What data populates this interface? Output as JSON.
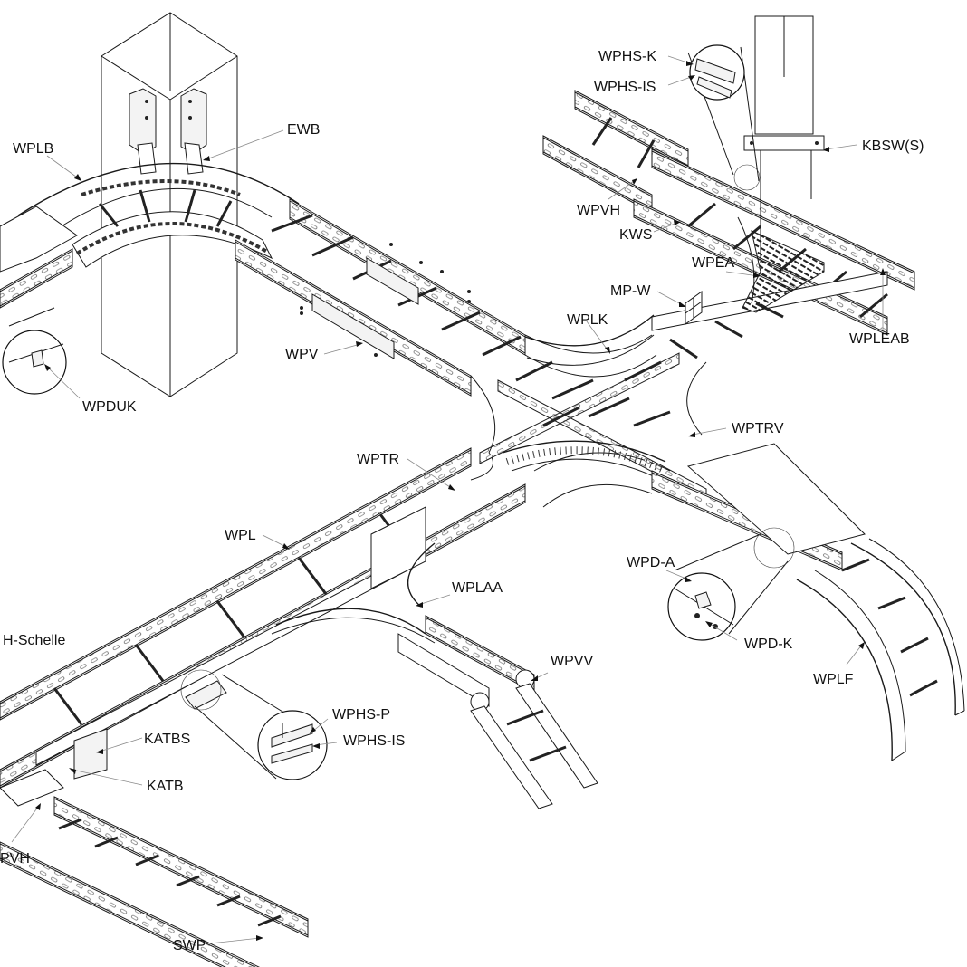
{
  "diagram": {
    "title": "Cable ladder system overview",
    "type": "isometric-assembly",
    "line_color": "#1a1a1a",
    "leader_color": "#8a8a8a",
    "background": "#ffffff"
  },
  "labels": [
    {
      "id": "wplb",
      "text": "WPLB"
    },
    {
      "id": "ewb",
      "text": "EWB"
    },
    {
      "id": "wphs-k",
      "text": "WPHS-K"
    },
    {
      "id": "wphs-is-top",
      "text": "WPHS-IS"
    },
    {
      "id": "kbsw-s",
      "text": "KBSW(S)"
    },
    {
      "id": "wpvh-top",
      "text": "WPVH"
    },
    {
      "id": "kws",
      "text": "KWS"
    },
    {
      "id": "wpea",
      "text": "WPEA"
    },
    {
      "id": "mp-w",
      "text": "MP-W"
    },
    {
      "id": "wplk",
      "text": "WPLK"
    },
    {
      "id": "wpleab",
      "text": "WPLEAB"
    },
    {
      "id": "wpv",
      "text": "WPV"
    },
    {
      "id": "wpduk",
      "text": "WPDUK"
    },
    {
      "id": "wptrv",
      "text": "WPTRV"
    },
    {
      "id": "wptr",
      "text": "WPTR"
    },
    {
      "id": "wpl",
      "text": "WPL"
    },
    {
      "id": "wpd-a",
      "text": "WPD-A"
    },
    {
      "id": "wplaa",
      "text": "WPLAA"
    },
    {
      "id": "h-schelle",
      "text": "H-Schelle"
    },
    {
      "id": "wpd-k",
      "text": "WPD-K"
    },
    {
      "id": "wpvv",
      "text": "WPVV"
    },
    {
      "id": "wplf",
      "text": "WPLF"
    },
    {
      "id": "wphs-p",
      "text": "WPHS-P"
    },
    {
      "id": "wphs-is-bottom",
      "text": "WPHS-IS"
    },
    {
      "id": "katbs",
      "text": "KATBS"
    },
    {
      "id": "katb",
      "text": "KATB"
    },
    {
      "id": "wpvh-bottom",
      "text": "PVH"
    },
    {
      "id": "swp",
      "text": "SWP"
    }
  ],
  "detail_views": [
    {
      "id": "detail-wphs-top",
      "parts": [
        "WPHS-K",
        "WPHS-IS"
      ]
    },
    {
      "id": "detail-wpduk",
      "parts": [
        "WPDUK"
      ]
    },
    {
      "id": "detail-wpd",
      "parts": [
        "WPD-A",
        "WPD-K"
      ]
    },
    {
      "id": "detail-wphs-bottom",
      "parts": [
        "WPHS-P",
        "WPHS-IS"
      ]
    }
  ]
}
